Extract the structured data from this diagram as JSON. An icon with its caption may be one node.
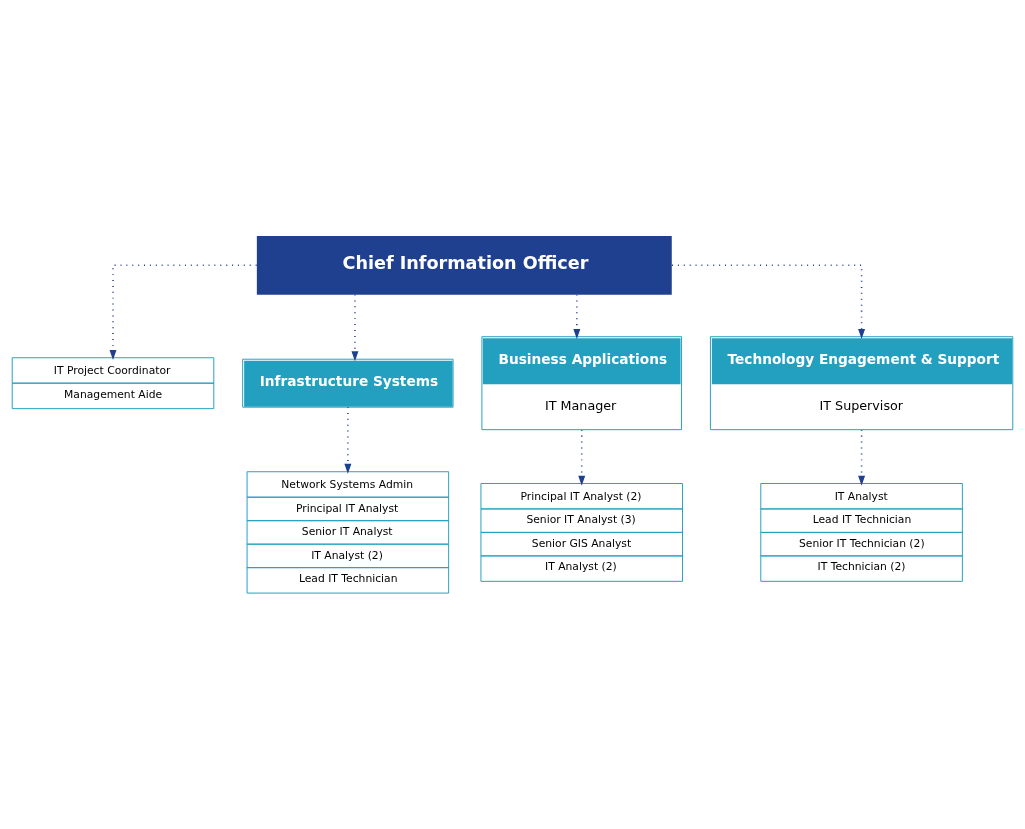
{
  "diagram": {
    "nodes": [
      {
        "text": [
          "Chief Information Officer"
        ]
      },
      {
        "text": [
          "IT Project Coordinator",
          "Management Aide"
        ]
      },
      {
        "text": [
          "Infrastructure Systems"
        ]
      },
      {
        "text": [
          "Business Applications",
          "IT Manager"
        ]
      },
      {
        "text": [
          "Technology Engagement & Support",
          "IT Supervisor"
        ]
      },
      {
        "text": [
          "Network Systems Admin",
          "Principal IT Analyst",
          "Senior IT Analyst",
          "IT Analyst (2)",
          "Lead IT Technician"
        ]
      },
      {
        "text": [
          "Principal IT Analyst (2)",
          "Senior IT Analyst (3)",
          "Senior GIS Analyst",
          "IT Analyst (2)"
        ]
      },
      {
        "text": [
          "IT Analyst",
          "Lead IT Technician",
          "Senior IT Technician (2)",
          "IT Technician (2)"
        ]
      }
    ],
    "edges": [
      {
        "from": 0,
        "to": 1,
        "arrow": "to"
      },
      {
        "from": 0,
        "to": 2,
        "arrow": "to"
      },
      {
        "from": 0,
        "to": 3,
        "arrow": "to"
      },
      {
        "from": 0,
        "to": 4,
        "arrow": "to"
      },
      {
        "from": 2,
        "to": 5,
        "arrow": "to"
      },
      {
        "from": 3,
        "to": 6,
        "arrow": "to"
      },
      {
        "from": 4,
        "to": 7,
        "arrow": "to"
      }
    ]
  }
}
